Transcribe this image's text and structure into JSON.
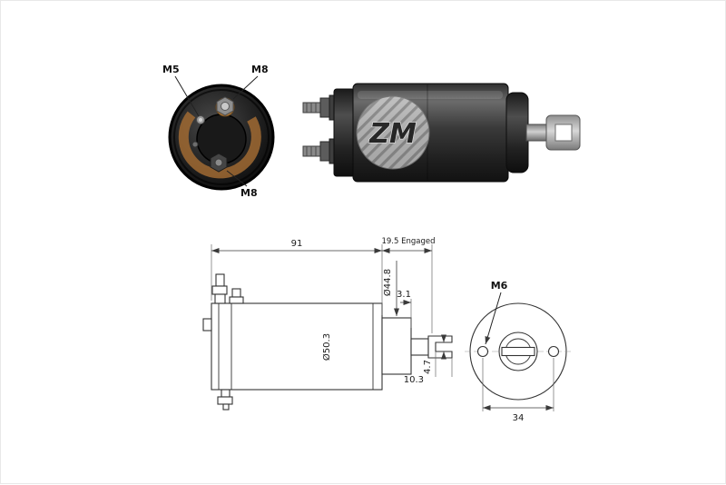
{
  "image": {
    "background": "#ffffff",
    "line_color": "#3a3a3a",
    "photo_dark": "#1c1c1c",
    "copper": "#a06a32"
  },
  "brand": {
    "watermark": "ZM"
  },
  "terminal_view": {
    "m5": "M5",
    "m8_upper": "M8",
    "m8_lower": "M8"
  },
  "dimensions": {
    "overall_length": "91",
    "engaged_length": "19.5 Engaged",
    "plunger_housing_diameter": "Ø44.8",
    "step": "3.1",
    "body_diameter": "Ø50.3",
    "fork_slot_width": "4.7",
    "fork_width": "10.3",
    "mounting_thread": "M6",
    "mounting_hole_spacing": "34"
  }
}
